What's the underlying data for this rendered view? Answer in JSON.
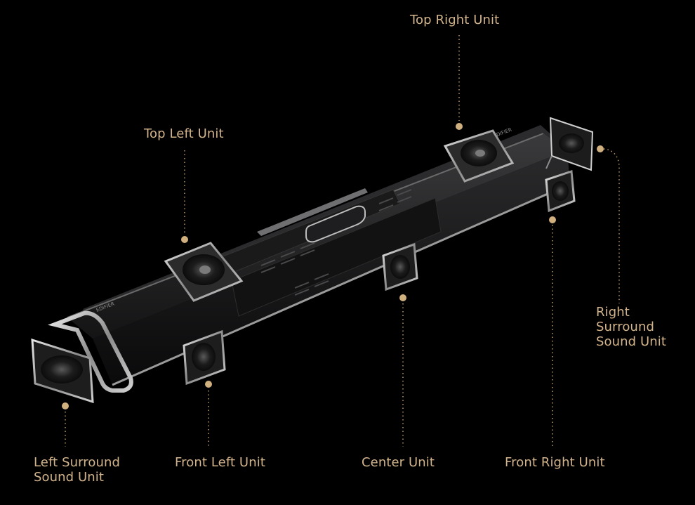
{
  "colors": {
    "background": "#000000",
    "accent": "#c9a97a",
    "label_text": "#d2b48c"
  },
  "product": {
    "brand_mark": "EDIFIER"
  },
  "labels": {
    "top_right": [
      "Top Right Unit"
    ],
    "top_left": [
      "Top Left Unit"
    ],
    "right_surround": [
      "Right",
      "Surround",
      "Sound Unit"
    ],
    "left_surround": [
      "Left Surround",
      "Sound Unit"
    ],
    "front_left": [
      "Front Left Unit"
    ],
    "center": [
      "Center Unit"
    ],
    "front_right": [
      "Front Right Unit"
    ]
  }
}
